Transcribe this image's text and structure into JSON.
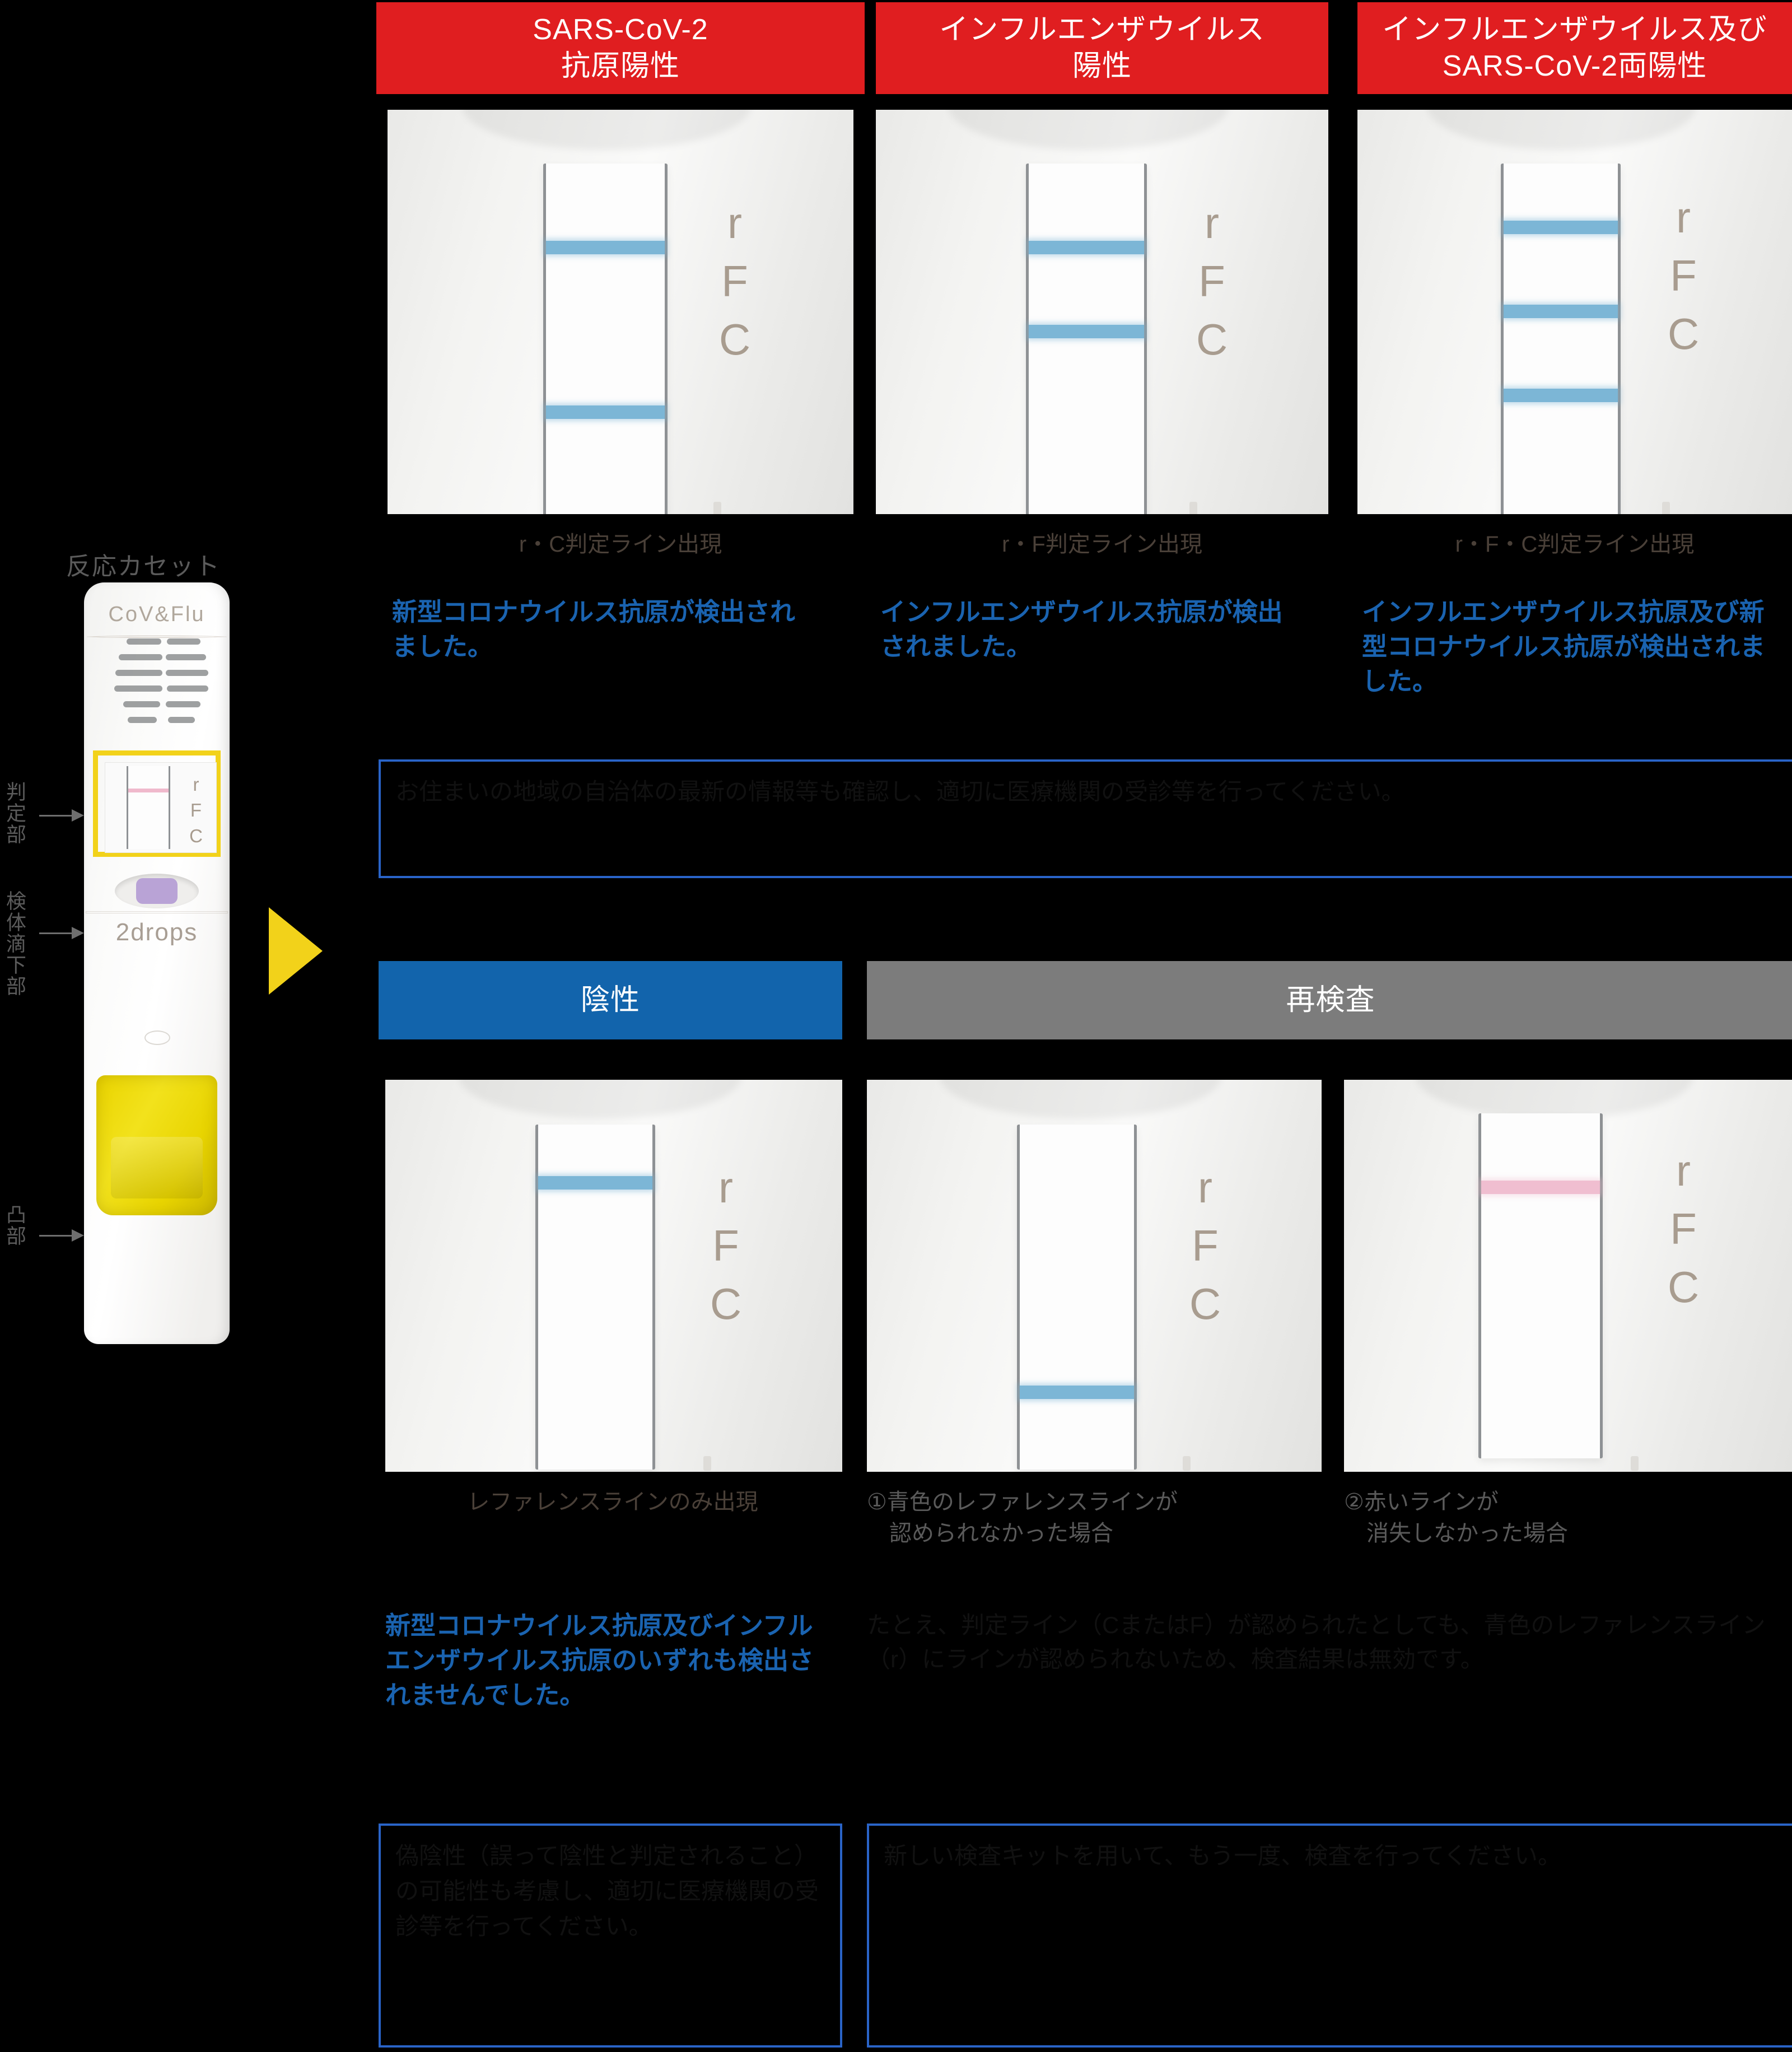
{
  "cassette": {
    "title": "反応カセット",
    "brand": "CoV&Flu",
    "drops": "2drops",
    "rfc": "r\nF\nC",
    "labels": [
      {
        "name": "judgement-area",
        "text": "判定部"
      },
      {
        "name": "sample-drop-area",
        "text": "検体滴下部"
      },
      {
        "name": "protrusion",
        "text": "凸部"
      }
    ]
  },
  "cards": [
    {
      "id": "sars-positive",
      "header": "SARS-CoV-2\n抗原陽性",
      "header_color": "#e01e20",
      "caption": "r・C判定ライン出現",
      "message": "新型コロナウイルス抗原が検出されました。",
      "bands": [
        "r",
        "C"
      ],
      "band_color": "#7cb6d6"
    },
    {
      "id": "influenza-positive",
      "header": "インフルエンザウイルス\n陽性",
      "header_color": "#e01e20",
      "caption": "r・F判定ライン出現",
      "message": "インフルエンザウイルス抗原が検出されました。",
      "bands": [
        "r",
        "F"
      ],
      "band_color": "#7cb6d6"
    },
    {
      "id": "both-positive",
      "header": "インフルエンザウイルス及び\nSARS-CoV-2両陽性",
      "header_color": "#e01e20",
      "caption": "r・F・C判定ライン出現",
      "message": "インフルエンザウイルス抗原及び新型コロナウイルス抗原が検出されました。",
      "bands": [
        "r",
        "F",
        "C"
      ],
      "band_color": "#7cb6d6"
    },
    {
      "id": "negative",
      "header": "陰性",
      "header_color": "#1264ac",
      "caption": "レファレンスラインのみ出現",
      "message": "新型コロナウイルス抗原及びインフルエンザウイルス抗原のいずれも検出されませんでした。",
      "bands": [
        "r"
      ],
      "band_color": "#7cb6d6"
    },
    {
      "id": "retest-no-reference",
      "header": "再検査",
      "header_color": "#7c7c7c",
      "caption": "①青色のレファレンスラインが\n　認められなかった場合",
      "bands": [
        "C"
      ],
      "band_color": "#7cb6d6"
    },
    {
      "id": "retest-red-line",
      "header": "再検査",
      "header_color": "#7c7c7c",
      "caption": "②赤いラインが\n　消失しなかった場合",
      "bands": [
        "r-red"
      ],
      "band_color": "#f0bed0"
    }
  ],
  "retest_note": "たとえ、判定ライン（CまたはF）が認められたとしても、青色のレファレンスライン（r）にラインが認められないため、検査結果は無効です。",
  "boxes": [
    {
      "id": "positive-advice",
      "text": "お住まいの地域の自治体の最新の情報等も確認し、適切に医療機関の受診等を行ってください。",
      "border_color": "#2a64c8"
    },
    {
      "id": "negative-advice",
      "text": "偽陰性（誤って陰性と判定されること）の可能性も考慮し、適切に医療機関の受診等を行ってください。",
      "border_color": "#2a64c8"
    },
    {
      "id": "retest-advice",
      "text": "新しい検査キットを用いて、もう一度、検査を行ってください。",
      "border_color": "#2a64c8"
    }
  ]
}
